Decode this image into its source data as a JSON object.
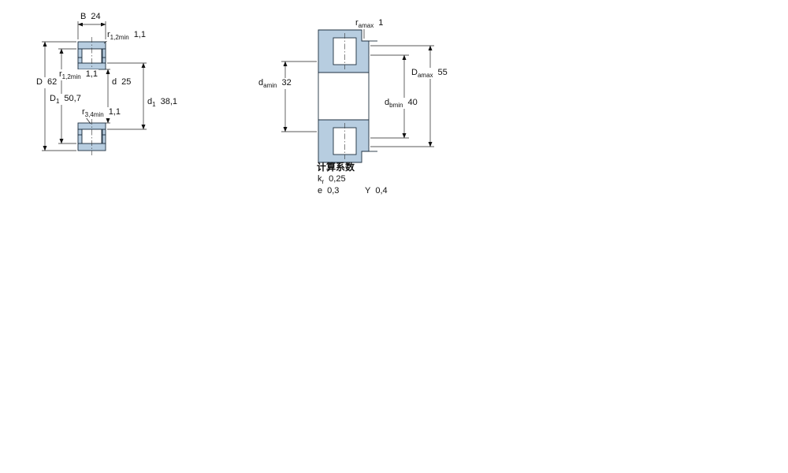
{
  "figures": {
    "left": {
      "description": "bearing cross section with boundary dimensions",
      "dims": {
        "B": {
          "sym": "B",
          "value": "24"
        },
        "r12top": {
          "sym": "r",
          "sub": "1,2min",
          "value": "1,1"
        },
        "r12left": {
          "sym": "r",
          "sub": "1,2min",
          "value": "1,1"
        },
        "d": {
          "sym": "d",
          "value": "25"
        },
        "D": {
          "sym": "D",
          "value": "62"
        },
        "D1": {
          "sym": "D",
          "sub": "1",
          "value": "50,7"
        },
        "r34": {
          "sym": "r",
          "sub": "3,4min",
          "value": "1,1"
        },
        "d1": {
          "sym": "d",
          "sub": "1",
          "value": "38,1"
        }
      }
    },
    "right": {
      "description": "mounted bearing with abutment dimensions",
      "dims": {
        "ramax": {
          "sym": "r",
          "sub": "amax",
          "value": "1"
        },
        "damin": {
          "sym": "d",
          "sub": "amin",
          "value": "32"
        },
        "Damax": {
          "sym": "D",
          "sub": "amax",
          "value": "55"
        },
        "dbmin": {
          "sym": "d",
          "sub": "bmin",
          "value": "40"
        }
      }
    }
  },
  "calc": {
    "title": "计算系数",
    "factors": {
      "kr": {
        "sym": "k",
        "sub": "r",
        "value": "0,25"
      },
      "e": {
        "sym": "e",
        "value": "0,3"
      },
      "Y": {
        "sym": "Y",
        "value": "0,4"
      }
    }
  },
  "colors": {
    "ring_fill": "#b7cde0",
    "outline": "#1d2f3f",
    "dim_line": "#222222"
  }
}
